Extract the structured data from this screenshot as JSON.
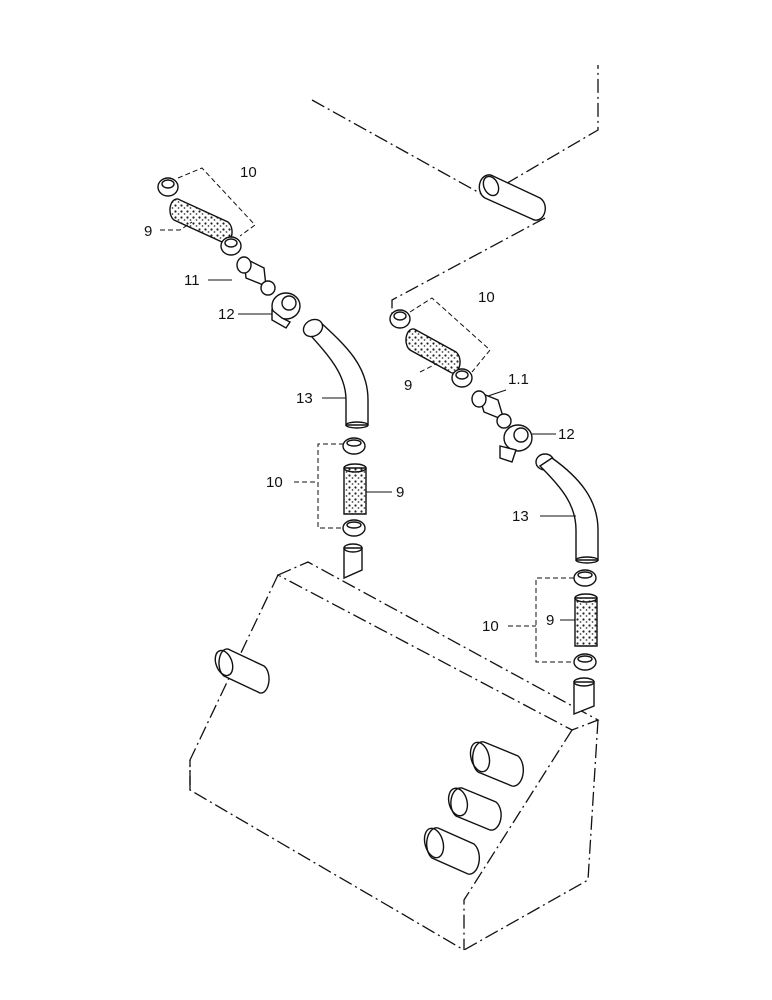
{
  "labels": {
    "left_upper": {
      "clamp": "10",
      "filter": "9",
      "union": "11",
      "tee": "12",
      "hose": "13"
    },
    "left_lower": {
      "clamp": "10",
      "filter": "9"
    },
    "right_upper": {
      "clamp": "10",
      "filter": "9",
      "union": "1.1",
      "tee": "12",
      "hose": "13"
    },
    "right_lower": {
      "clamp": "10",
      "filter": "9"
    }
  }
}
